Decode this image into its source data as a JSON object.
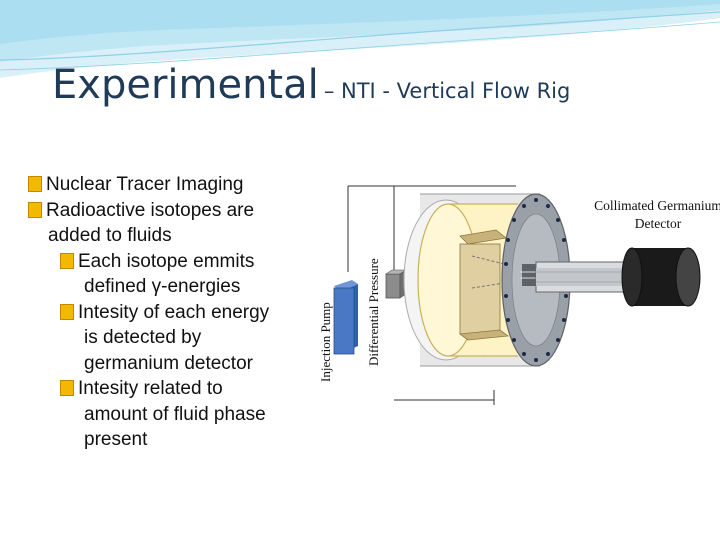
{
  "title": {
    "main": "Experimental",
    "sub": "– NTI - Vertical Flow Rig"
  },
  "bullets": [
    {
      "level": 1,
      "lines": [
        "Nuclear Tracer Imaging"
      ]
    },
    {
      "level": 1,
      "lines": [
        "Radioactive isotopes are",
        "added to fluids"
      ]
    },
    {
      "level": 2,
      "lines": [
        "Each isotope emmits",
        "defined γ-energies"
      ]
    },
    {
      "level": 2,
      "lines": [
        "Intesity of each energy",
        "is detected by",
        "germanium detector"
      ]
    },
    {
      "level": 2,
      "lines": [
        "Intesity related to",
        "amount of fluid phase",
        "present"
      ]
    }
  ],
  "diagram": {
    "injection_pump_label": "Injection Pump",
    "differential_pressure_label": "Differential Pressure",
    "detector_label_line1": "Collimated Germanium",
    "detector_label_line2": "Detector"
  },
  "colors": {
    "title": "#1f3b57",
    "bullet_marker": "#f5b800",
    "pump": "#4a78c4",
    "wave_light": "#bfe6f3",
    "wave_mid": "#8fd0e8"
  }
}
